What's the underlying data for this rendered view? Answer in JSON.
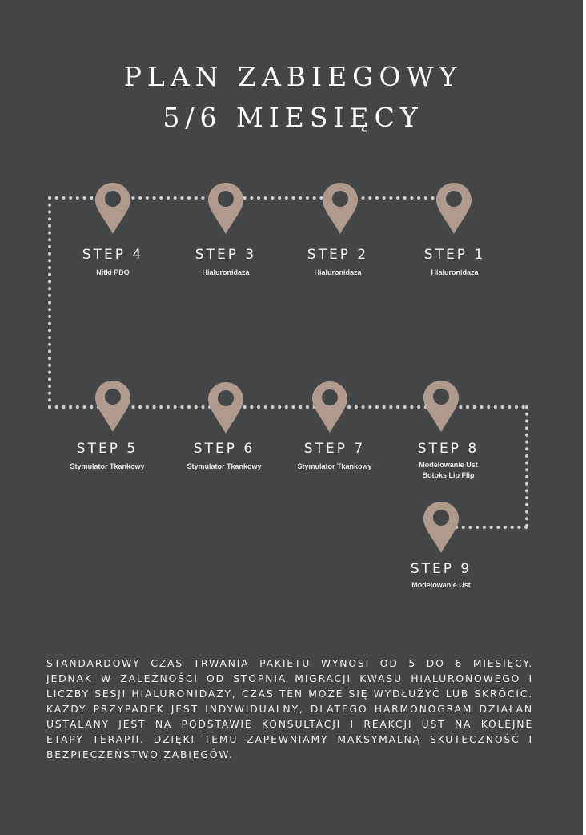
{
  "title": {
    "line1": "PLAN ZABIEGOWY",
    "line2": "5/6 MIESIĘCY"
  },
  "colors": {
    "background": "#444547",
    "pin": "#b09a8e",
    "dots": "#cfcfd1",
    "text": "#f2f2f2"
  },
  "steps": [
    {
      "label": "STEP 1",
      "sub": [
        "Hialuronidaza"
      ]
    },
    {
      "label": "STEP 2",
      "sub": [
        "Hialuronidaza"
      ]
    },
    {
      "label": "STEP 3",
      "sub": [
        "Hialuronidaza"
      ]
    },
    {
      "label": "STEP 4",
      "sub": [
        "Nitki PDO"
      ]
    },
    {
      "label": "STEP 5",
      "sub": [
        "Stymulator Tkankowy"
      ]
    },
    {
      "label": "STEP 6",
      "sub": [
        "Stymulator Tkankowy"
      ]
    },
    {
      "label": "STEP 7",
      "sub": [
        "Stymulator Tkankowy"
      ]
    },
    {
      "label": "STEP 8",
      "sub": [
        "Modelowanie Ust",
        "Botoks Lip Flip"
      ]
    },
    {
      "label": "STEP 9",
      "sub": [
        "Modelowanie Ust"
      ]
    }
  ],
  "icons": {
    "pin": "map-pin-icon"
  },
  "description": "STANDARDOWY CZAS TRWANIA PAKIETU  WYNOSI OD 5 DO 6 MIESIĘCY. JEDNAK W ZALEŻNOŚCI OD STOPNIA MIGRACJI KWASU HIALURONOWEGO I LICZBY SESJI HIALURONIDAZY, CZAS TEN MOŻE SIĘ WYDŁUŻYĆ LUB SKRÓCIĆ. KAŻDY PRZYPADEK JEST INDYWIDUALNY, DLATEGO HARMONOGRAM DZIAŁAŃ USTALANY JEST NA PODSTAWIE KONSULTACJI I REAKCJI UST NA KOLEJNE ETAPY TERAPII. DZIĘKI TEMU ZAPEWNIAMY MAKSYMALNĄ SKUTECZNOŚĆ I BEZPIECZEŃSTWO ZABIEGÓW."
}
